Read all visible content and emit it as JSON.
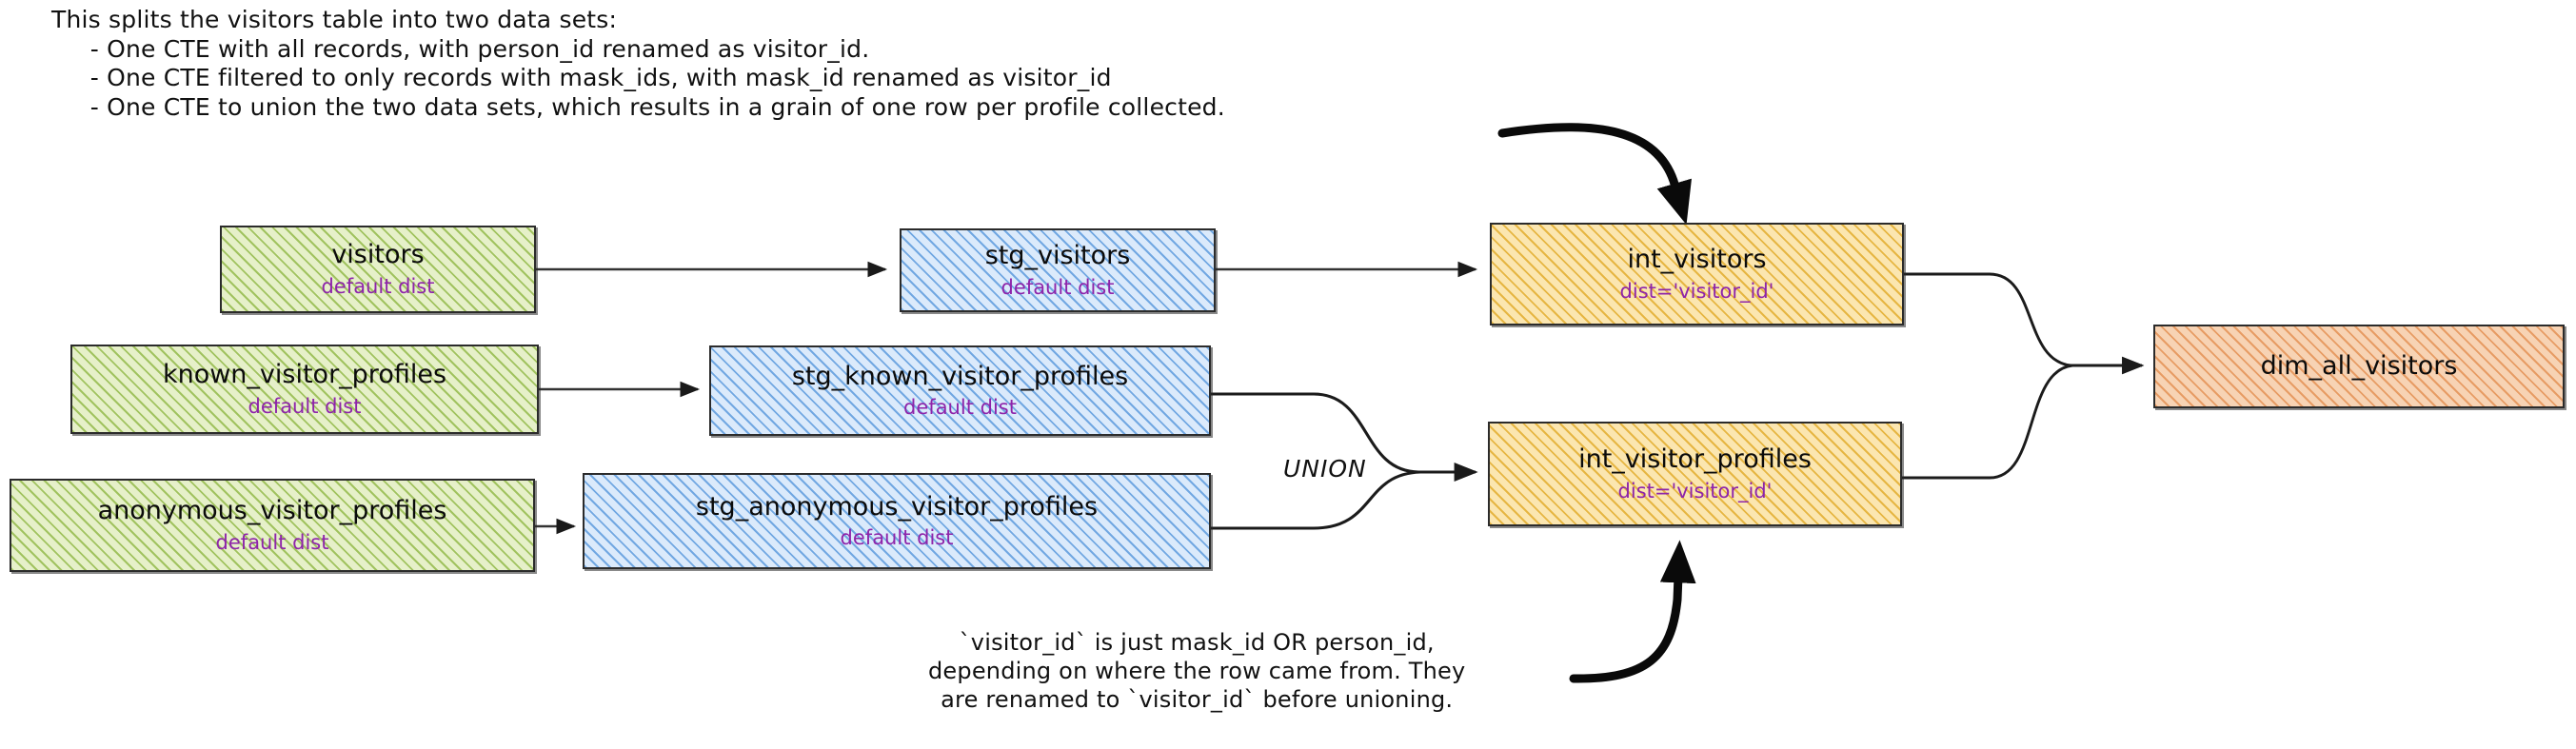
{
  "annotations": {
    "top": "This splits the visitors table into two data sets:\n     - One CTE with all records, with person_id renamed as visitor_id.\n     - One CTE filtered to only records with mask_ids, with mask_id renamed as visitor_id\n     - One CTE to union the two data sets, which results in a grain of one row per profile collected.",
    "bottom": "`visitor_id` is just mask_id OR person_id,\ndepending on where the row came from. They\nare renamed to `visitor_id` before unioning."
  },
  "edge_labels": {
    "union": "UNION"
  },
  "colors": {
    "source_green": "#e6f0c9",
    "staging_blue": "#dbeafb",
    "intermediate_yellow": "#fbe6b0",
    "mart_orange": "#f7d3b4",
    "dist_text_purple": "#8E24AA",
    "stroke": "#2b2b2b"
  },
  "nodes": [
    {
      "id": "visitors",
      "title": "visitors",
      "sub": "default dist",
      "kind": "source"
    },
    {
      "id": "known_visitor_profiles",
      "title": "known_visitor_profiles",
      "sub": "default dist",
      "kind": "source"
    },
    {
      "id": "anonymous_visitor_profiles",
      "title": "anonymous_visitor_profiles",
      "sub": "default dist",
      "kind": "source"
    },
    {
      "id": "stg_visitors",
      "title": "stg_visitors",
      "sub": "default dist",
      "kind": "staging"
    },
    {
      "id": "stg_known_visitor_profiles",
      "title": "stg_known_visitor_profiles",
      "sub": "default dist",
      "kind": "staging"
    },
    {
      "id": "stg_anonymous_visitor_profiles",
      "title": "stg_anonymous_visitor_profiles",
      "sub": "default dist",
      "kind": "staging"
    },
    {
      "id": "int_visitors",
      "title": "int_visitors",
      "sub": "dist='visitor_id'",
      "kind": "intermediate"
    },
    {
      "id": "int_visitor_profiles",
      "title": "int_visitor_profiles",
      "sub": "dist='visitor_id'",
      "kind": "intermediate"
    },
    {
      "id": "dim_all_visitors",
      "title": "dim_all_visitors",
      "sub": "",
      "kind": "mart"
    }
  ],
  "edges": [
    {
      "from": "visitors",
      "to": "stg_visitors"
    },
    {
      "from": "known_visitor_profiles",
      "to": "stg_known_visitor_profiles"
    },
    {
      "from": "anonymous_visitor_profiles",
      "to": "stg_anonymous_visitor_profiles"
    },
    {
      "from": "stg_visitors",
      "to": "int_visitors"
    },
    {
      "from": "stg_known_visitor_profiles",
      "to": "int_visitor_profiles",
      "label": "UNION"
    },
    {
      "from": "stg_anonymous_visitor_profiles",
      "to": "int_visitor_profiles",
      "label": "UNION"
    },
    {
      "from": "int_visitors",
      "to": "dim_all_visitors"
    },
    {
      "from": "int_visitor_profiles",
      "to": "dim_all_visitors"
    },
    {
      "from": "annotation-top",
      "to": "int_visitors",
      "style": "callout"
    },
    {
      "from": "annotation-bottom",
      "to": "int_visitor_profiles",
      "style": "callout"
    }
  ]
}
